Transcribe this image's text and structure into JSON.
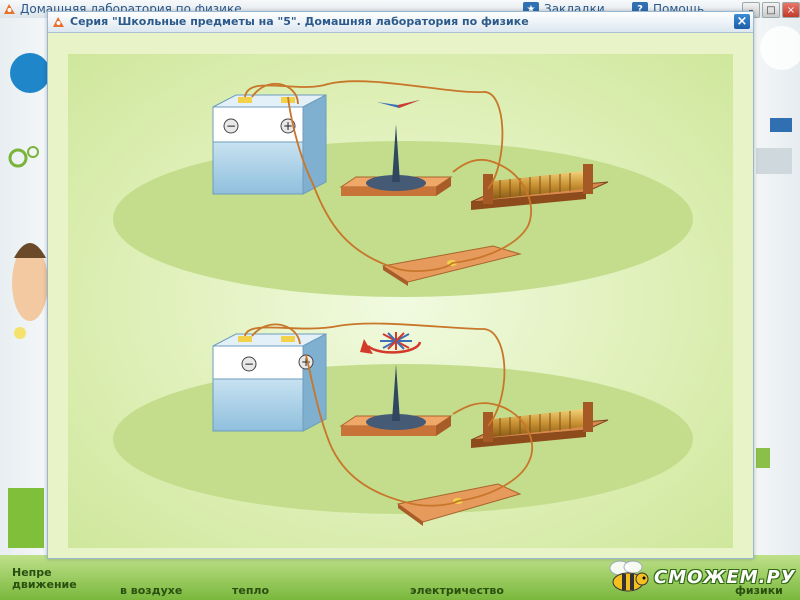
{
  "app": {
    "title": "Домашняя лаборатория по физике",
    "bookmarks_label": "Закладки",
    "help_label": "Помощь",
    "help_icon_text": "?",
    "win_controls": [
      "–",
      "□",
      "×"
    ]
  },
  "dialog": {
    "title": "Серия \"Школьные предметы на \"5\". Домашняя лаборатория по физике",
    "close_label": "×"
  },
  "bottom_nav": [
    {
      "label": "Непре\nдвижение"
    },
    {
      "label": "в воздухе"
    },
    {
      "label": "тепло"
    },
    {
      "label": "электричество"
    },
    {
      "label": "физики"
    }
  ],
  "brand": {
    "text": "СМОЖЕМ.РУ"
  },
  "scene": {
    "circuits": [
      {
        "name": "circuit-top",
        "needle_state": "still"
      },
      {
        "name": "circuit-bottom",
        "needle_state": "rotating"
      }
    ],
    "battery_terminals": [
      "−",
      "+"
    ]
  },
  "colors": {
    "accent": "#2f6fb2",
    "stage_bg": "#dff0b8",
    "wire": "#c8762a",
    "battery": "#a9cfe6",
    "board": "#d98a4a"
  },
  "icons": [
    "app-icon",
    "bookmark-icon",
    "help-icon",
    "close-icon",
    "bee-icon",
    "gear-icon"
  ]
}
